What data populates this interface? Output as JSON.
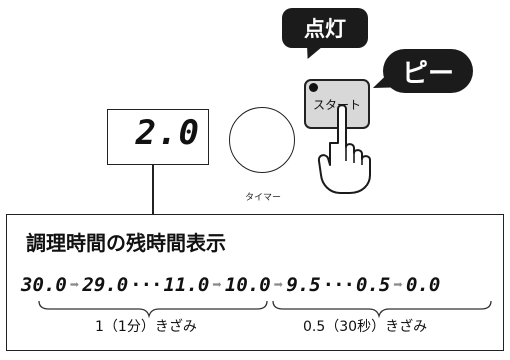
{
  "display": {
    "value": "2.0"
  },
  "knob": {
    "label": "タイマー"
  },
  "lamp_callout": {
    "text": "点灯"
  },
  "beep_callout": {
    "text": "ピー"
  },
  "start_button": {
    "label": "スタート"
  },
  "info": {
    "title": "調理時間の残時間表示",
    "sequence": [
      "30.0",
      "29.0",
      "11.0",
      "10.0",
      "9.5",
      "0.5",
      "0.0"
    ],
    "ellipsis": "···",
    "groups": [
      {
        "label": "1（1分）きざみ"
      },
      {
        "label": "0.5（30秒）きざみ"
      }
    ]
  }
}
